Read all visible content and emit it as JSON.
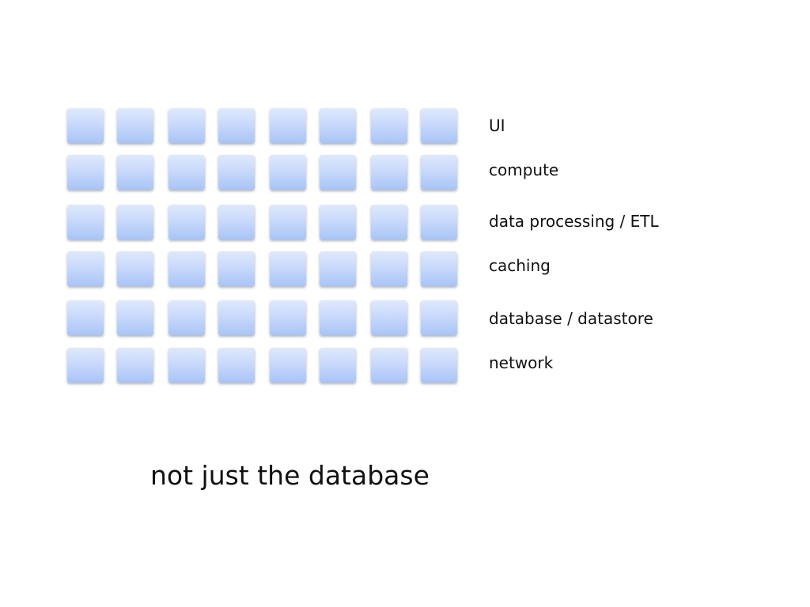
{
  "diagram": {
    "layers": [
      {
        "label": "UI"
      },
      {
        "label": "compute"
      },
      {
        "label": "data processing / ETL"
      },
      {
        "label": "caching"
      },
      {
        "label": "database / datastore"
      },
      {
        "label": "network"
      }
    ],
    "tiles_per_row": 8,
    "tile_color": "#b8cff9",
    "caption": "not just the database"
  }
}
